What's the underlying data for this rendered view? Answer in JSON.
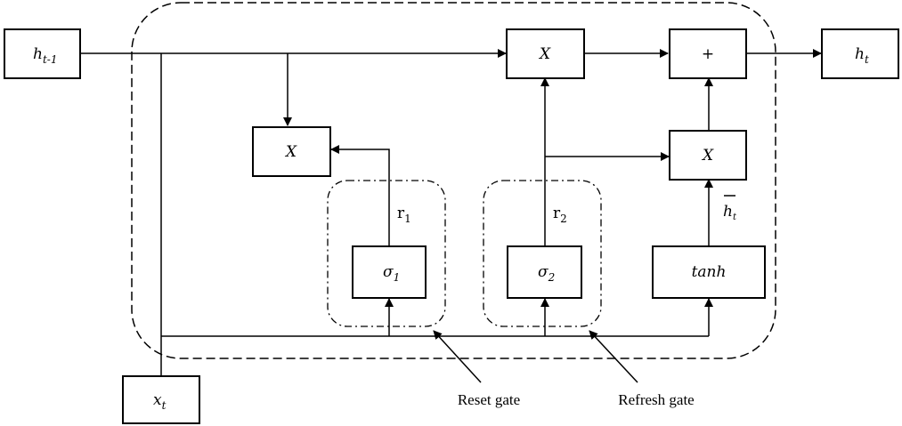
{
  "nodes": {
    "h_prev": {
      "main": "h",
      "sub": "t-1"
    },
    "mult_top": {
      "main": "X"
    },
    "plus": {
      "main": "+"
    },
    "h_t": {
      "main": "h",
      "sub": "t"
    },
    "mult_left": {
      "main": "X"
    },
    "mult_right": {
      "main": "X"
    },
    "sigma1": {
      "main": "σ",
      "sub": "1"
    },
    "sigma2": {
      "main": "σ",
      "sub": "2"
    },
    "tanh": {
      "main": "tanh"
    },
    "x_t": {
      "main": "x",
      "sub": "t"
    }
  },
  "edge_labels": {
    "r1": {
      "main": "r",
      "sub": "1"
    },
    "r2": {
      "main": "r",
      "sub": "2"
    },
    "h_bar": {
      "main": "h",
      "sub": "t"
    }
  },
  "captions": {
    "reset_gate": "Reset gate",
    "refresh_gate": "Refresh gate"
  }
}
